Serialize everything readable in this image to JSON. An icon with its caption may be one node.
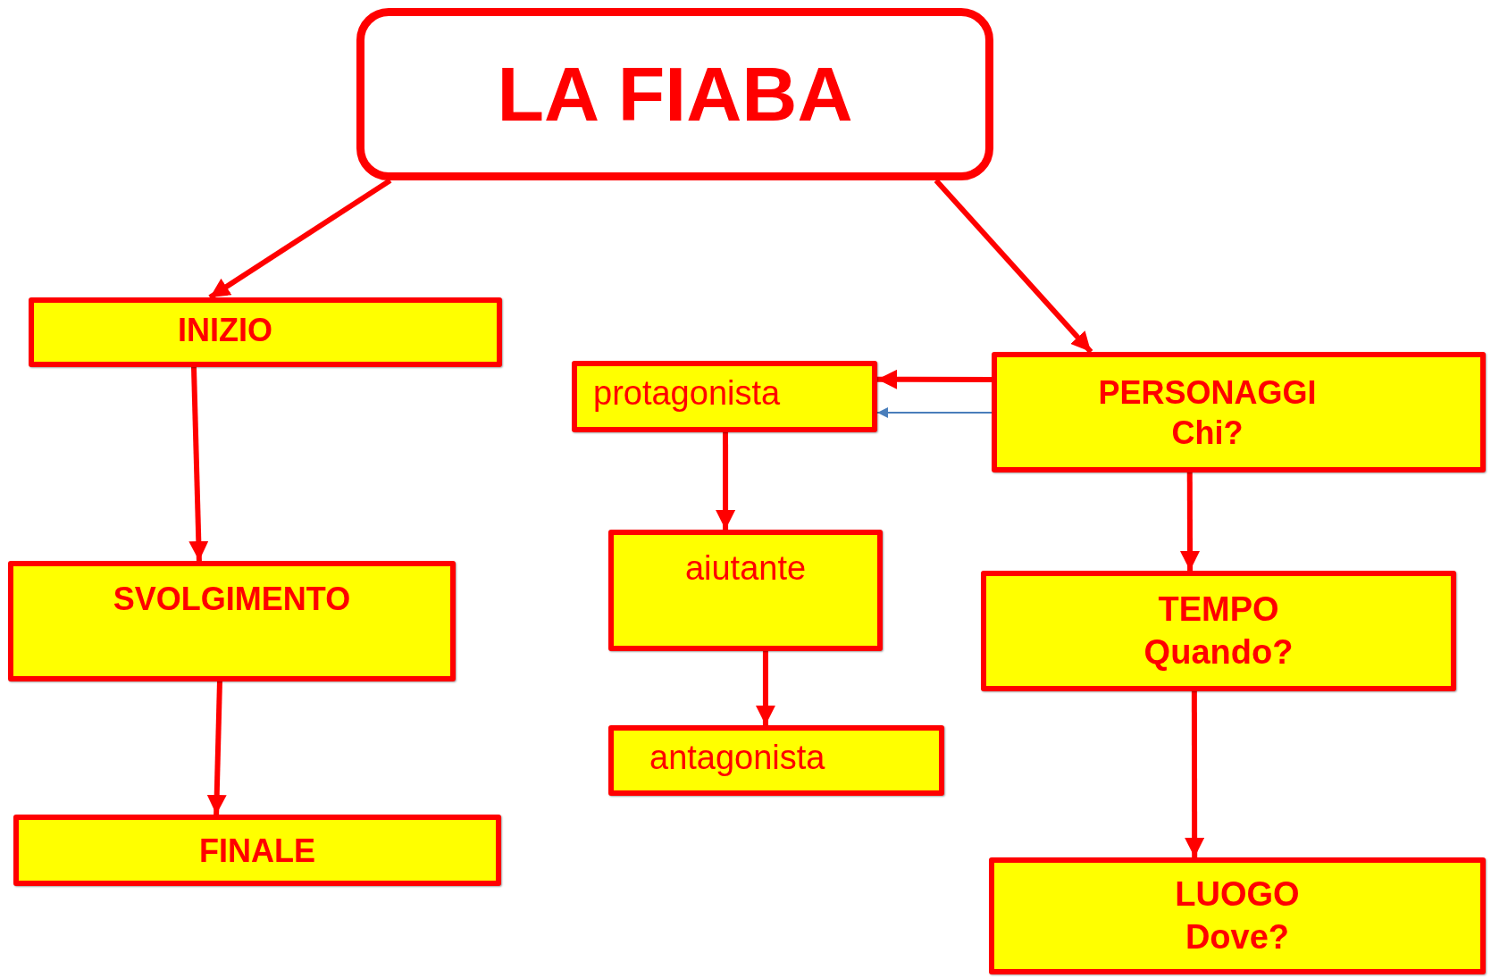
{
  "diagram": {
    "nodes": [
      {
        "text": [
          "LA FIABA"
        ]
      },
      {
        "text": [
          "INIZIO"
        ]
      },
      {
        "text": [
          "SVOLGIMENTO"
        ]
      },
      {
        "text": [
          "FINALE"
        ]
      },
      {
        "text": [
          "protagonista"
        ]
      },
      {
        "text": [
          "aiutante"
        ]
      },
      {
        "text": [
          "antagonista"
        ]
      },
      {
        "text": [
          "PERSONAGGI",
          "Chi?"
        ]
      },
      {
        "text": [
          "TEMPO",
          "Quando?"
        ]
      },
      {
        "text": [
          "LUOGO",
          "Dove?"
        ]
      }
    ],
    "edges": [
      {
        "from": 0,
        "to": 1,
        "arrow": "to"
      },
      {
        "from": 0,
        "to": 7,
        "arrow": "to"
      },
      {
        "from": 1,
        "to": 2,
        "arrow": "to"
      },
      {
        "from": 2,
        "to": 3,
        "arrow": "to"
      },
      {
        "from": 7,
        "to": 4,
        "arrow": "to"
      },
      {
        "from": 7,
        "to": 4,
        "arrow": "to",
        "color": "#4a7ebb"
      },
      {
        "from": 4,
        "to": 5,
        "arrow": "to"
      },
      {
        "from": 5,
        "to": 6,
        "arrow": "to"
      },
      {
        "from": 7,
        "to": 8,
        "arrow": "to"
      },
      {
        "from": 8,
        "to": 9,
        "arrow": "to"
      }
    ]
  }
}
